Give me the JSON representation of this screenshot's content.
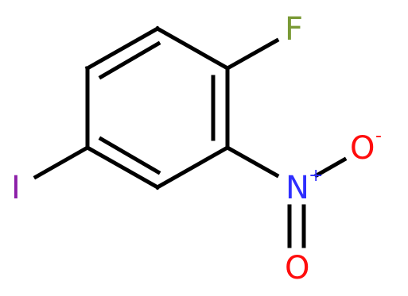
{
  "molecule": {
    "atoms": {
      "fluorine": {
        "label": "F",
        "color": "#7a9a36"
      },
      "iodine": {
        "label": "I",
        "color": "#8c1fa8"
      },
      "nitrogen": {
        "label": "N",
        "charge": "+",
        "color": "#2f2fff"
      },
      "oxygen_top": {
        "label": "O",
        "charge": "-",
        "color": "#ff0d0d"
      },
      "oxygen_bottom": {
        "label": "O",
        "color": "#ff0d0d"
      }
    },
    "bond_color": "#000000"
  }
}
